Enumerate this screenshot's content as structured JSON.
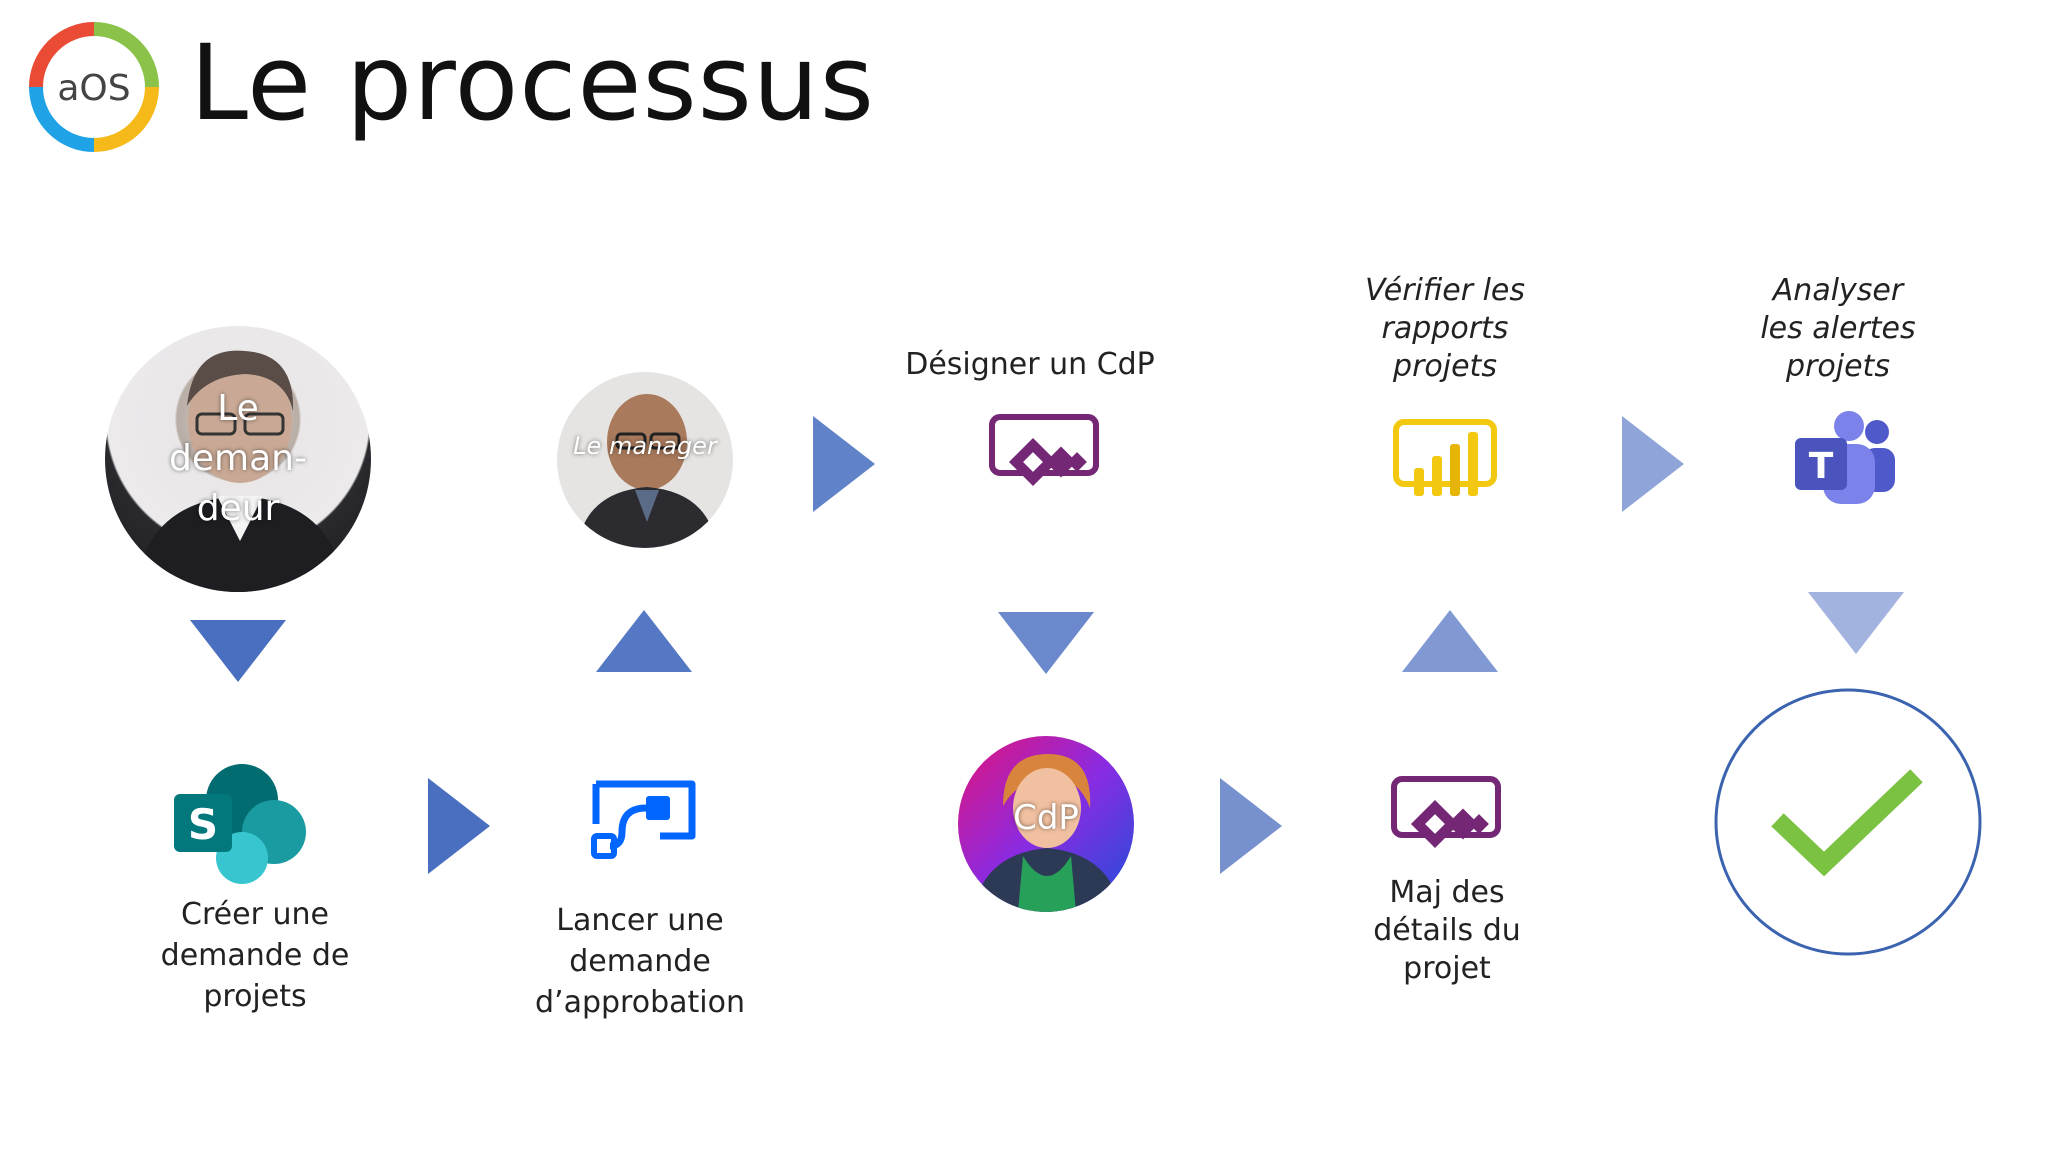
{
  "title": "Le processus",
  "logo": {
    "text": "aOS"
  },
  "people": {
    "demandeur": "Le deman-deur",
    "manager": "Le manager",
    "cdp": "CdP"
  },
  "steps": {
    "creer": "Créer une demande de projets",
    "lancer": "Lancer une demande d’approbation",
    "designer": "Désigner un CdP",
    "maj": "Maj des détails du projet",
    "verifier": "Vérifier les rapports projets",
    "analyser": "Analyser les alertes projets"
  },
  "icons": {
    "sharepoint": "sharepoint-icon",
    "power_automate": "power-automate-icon",
    "power_apps": "power-apps-icon",
    "power_bi": "power-bi-icon",
    "teams": "teams-icon",
    "check": "check-icon"
  },
  "colors": {
    "arrow_dark": "#4a6fc0",
    "arrow_light": "#8fa4d8",
    "power_apps": "#742774",
    "power_bi": "#f2c811",
    "check": "#7cc242",
    "ring": "#3b63b0"
  }
}
